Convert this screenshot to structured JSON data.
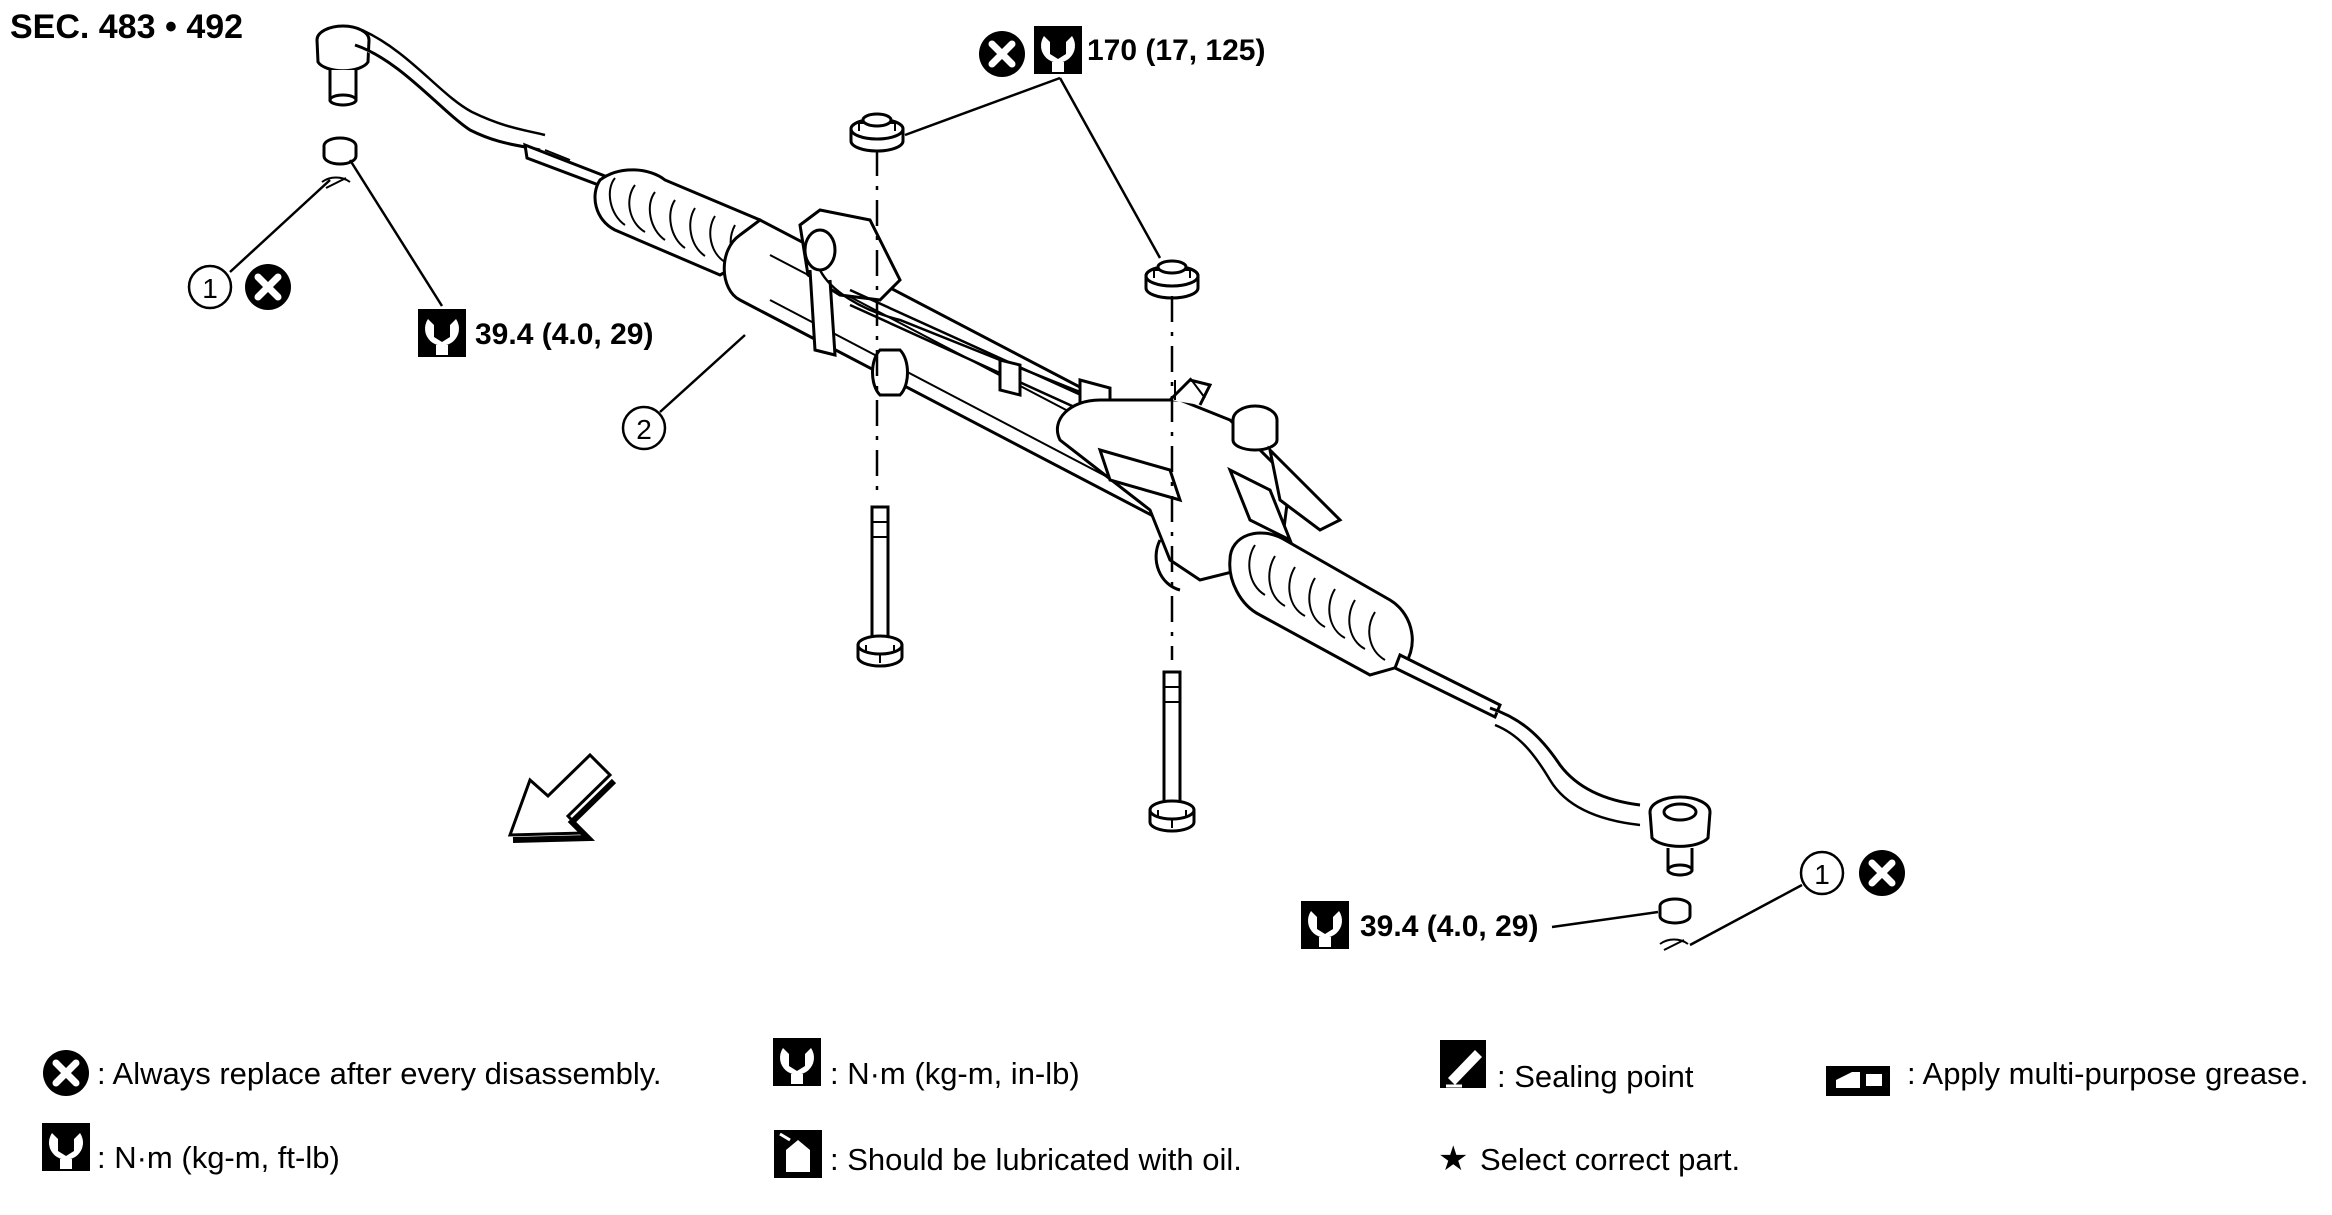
{
  "section_label": "SEC. 483 • 492",
  "callouts": {
    "nut_torque": "170 (17, 125)",
    "tie_rod_left_torque": "39.4 (4.0, 29)",
    "tie_rod_right_torque": "39.4 (4.0, 29)",
    "item_1": "1",
    "item_2": "2"
  },
  "legend": {
    "replace": ": Always replace after every disassembly.",
    "torque_ft_lb": ": N·m (kg-m, ft-lb)",
    "torque_in_lb": ": N·m (kg-m, in-lb)",
    "lubricate_oil": ": Should be lubricated with oil.",
    "sealing_point": ": Sealing point",
    "select_part": "Select correct part.",
    "grease": ": Apply multi-purpose grease."
  }
}
